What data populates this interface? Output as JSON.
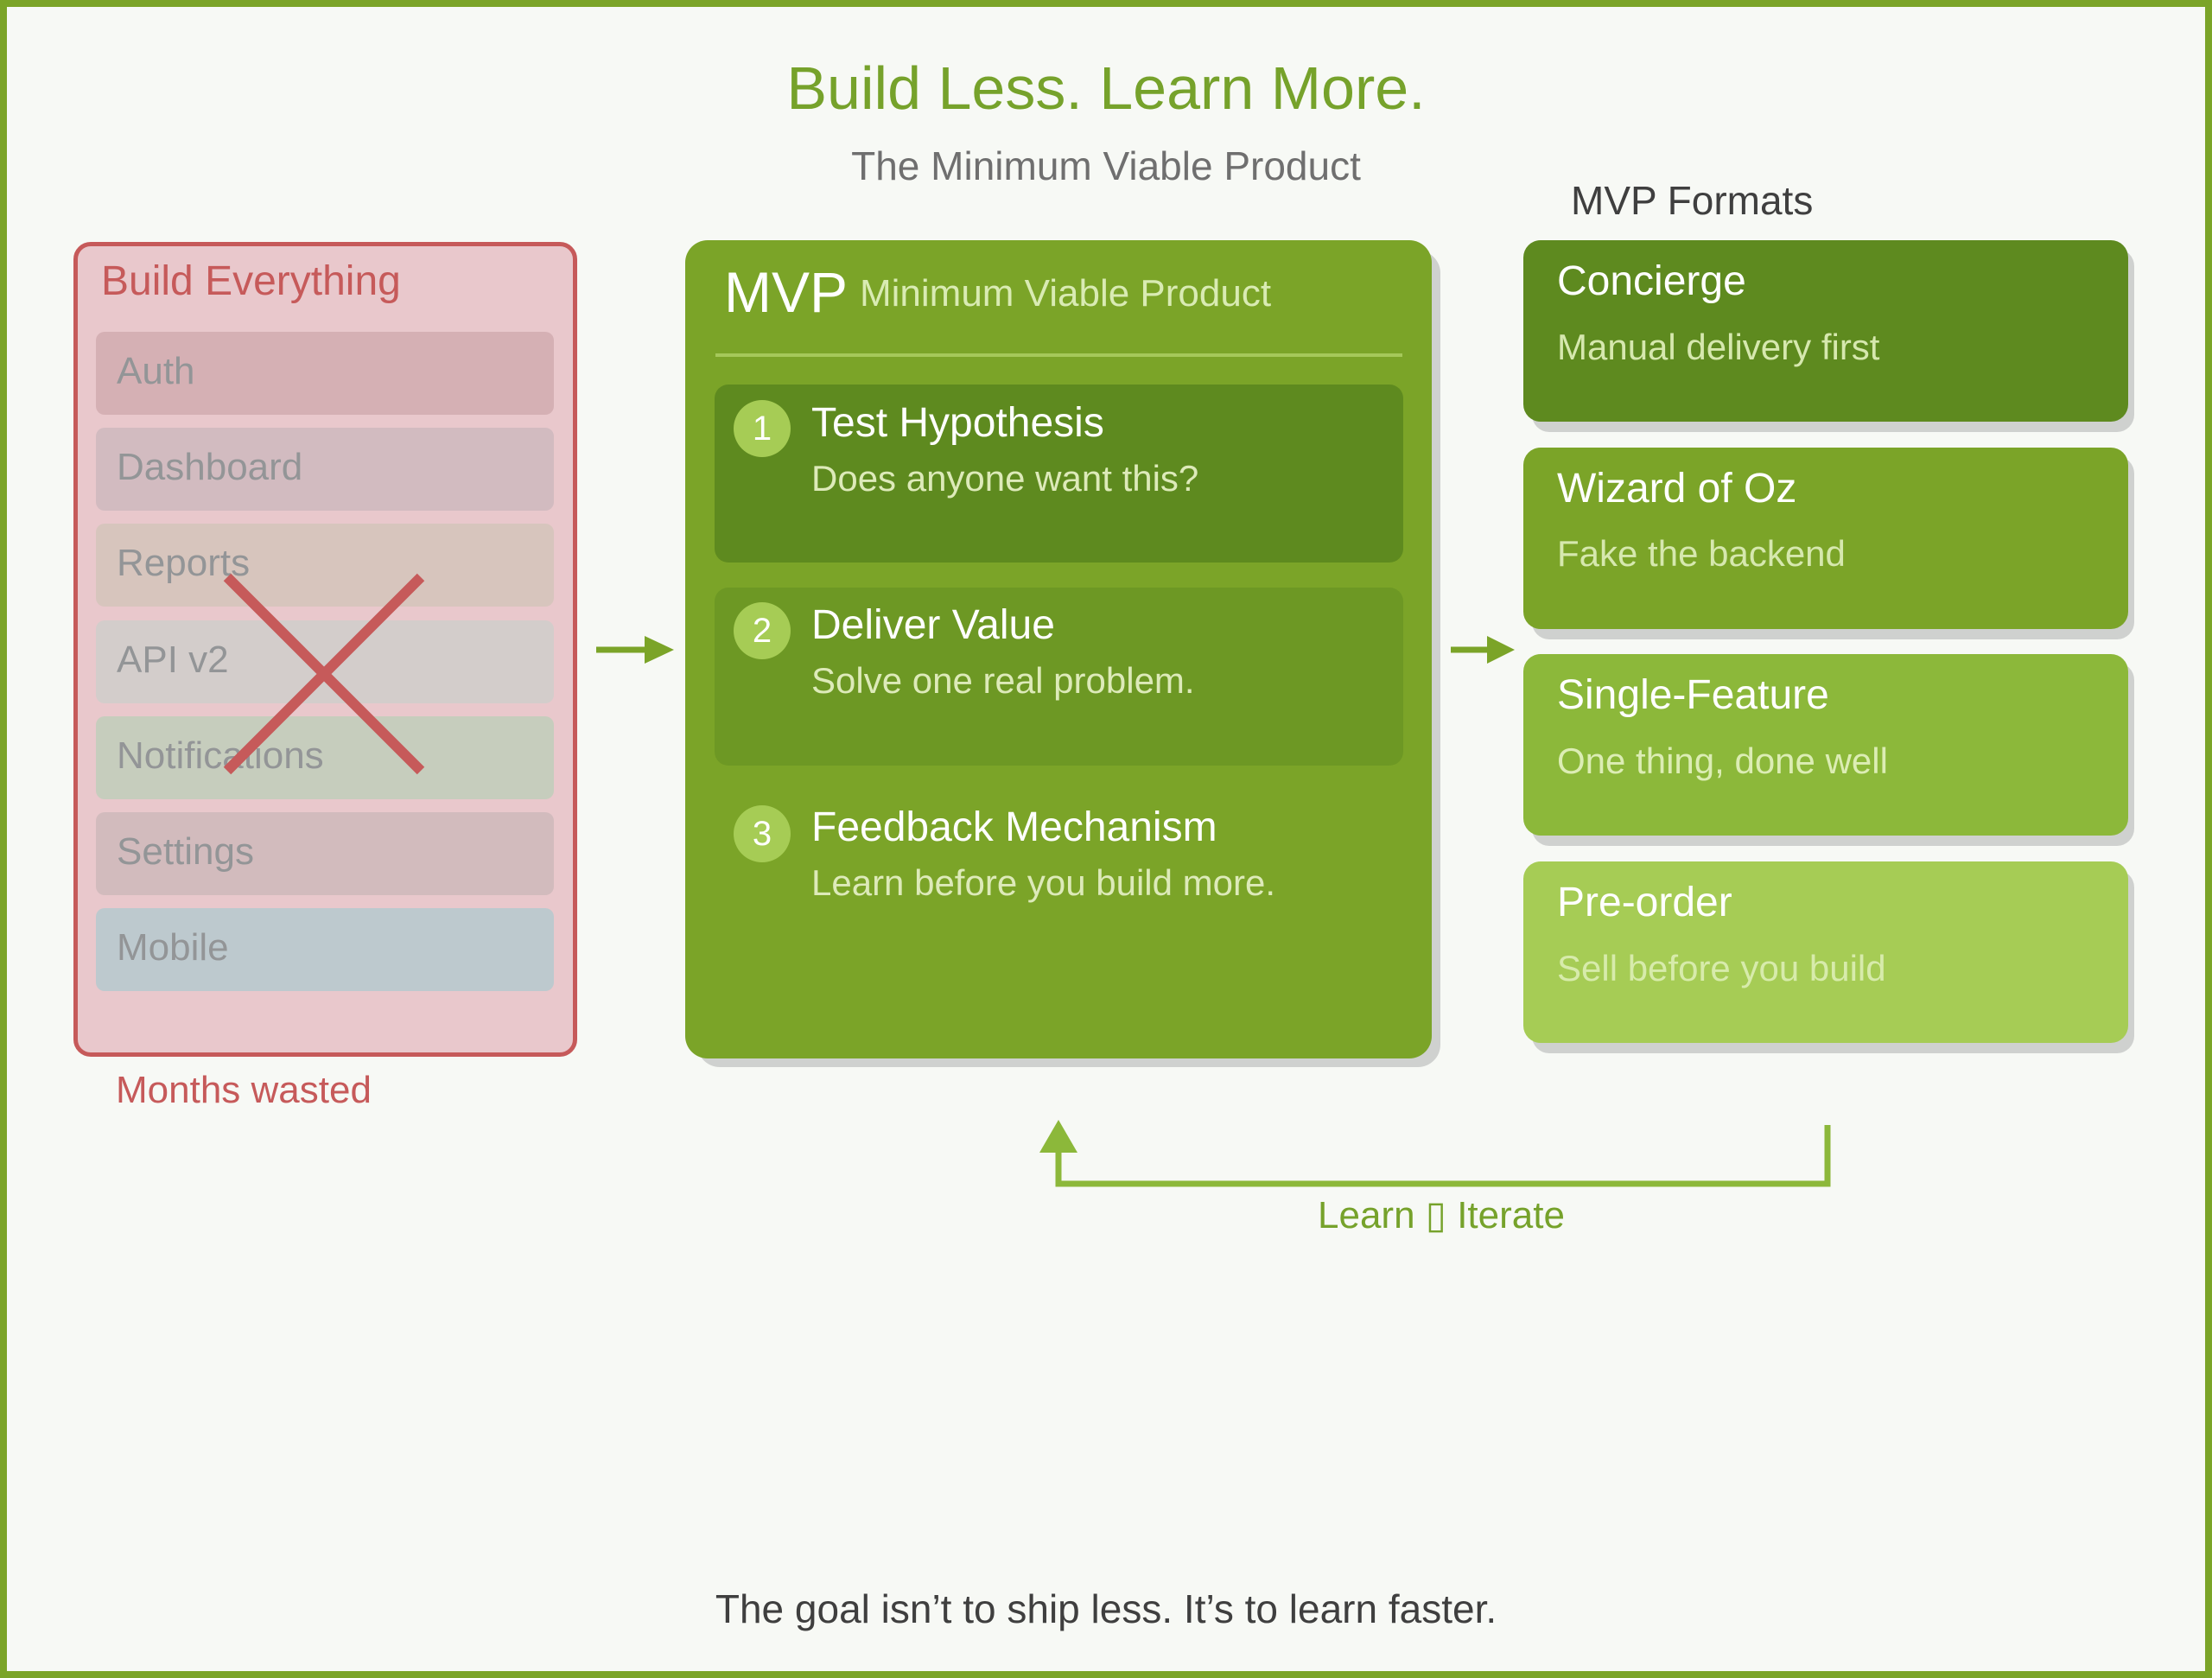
{
  "header": {
    "title": "Build Less. Learn More.",
    "subtitle": "The Minimum Viable Product"
  },
  "build_everything": {
    "title": "Build Everything",
    "features": [
      "Auth",
      "Dashboard",
      "Reports",
      "API v2",
      "Notifications",
      "Settings",
      "Mobile"
    ],
    "caption": "Months wasted"
  },
  "mvp": {
    "title": "MVP",
    "subtitle": "Minimum Viable Product",
    "steps": [
      {
        "number": "1",
        "title": "Test Hypothesis",
        "description": "Does anyone want this?"
      },
      {
        "number": "2",
        "title": "Deliver Value",
        "description": "Solve one real problem."
      },
      {
        "number": "3",
        "title": "Feedback Mechanism",
        "description": "Learn before you build more."
      }
    ]
  },
  "formats": {
    "heading": "MVP Formats",
    "items": [
      {
        "title": "Concierge",
        "description": "Manual delivery first"
      },
      {
        "title": "Wizard of Oz",
        "description": "Fake the backend"
      },
      {
        "title": "Single-Feature",
        "description": "One thing, done well"
      },
      {
        "title": "Pre-order",
        "description": "Sell before you build"
      }
    ]
  },
  "loop": {
    "label": "Learn ▯ Iterate"
  },
  "footer": {
    "text": "The goal isn’t to ship less. It’s to learn faster."
  },
  "colors": {
    "accent_green": "#7ba428",
    "dark_green": "#5e8a1f",
    "light_green": "#a6cc55",
    "warning_red": "#c65a5a",
    "panel_pink": "#e9c8cc"
  }
}
